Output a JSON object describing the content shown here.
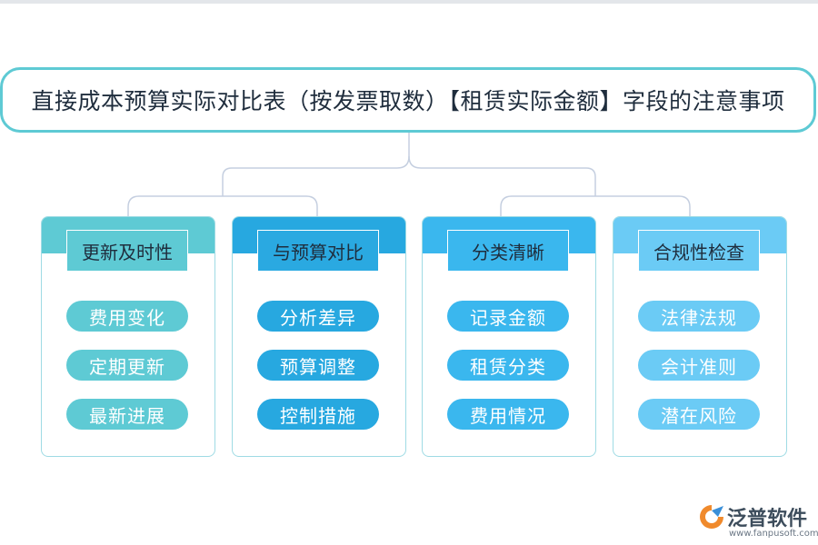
{
  "title": "直接成本预算实际对比表（按发票取数）【租赁实际金额】字段的注意事项",
  "colors": {
    "title_border": "#5ecad4",
    "connector": "#c5cfe0",
    "card_border": "#9fdbe4"
  },
  "categories": [
    {
      "label": "更新及时性",
      "accent": "#5ecad4",
      "label_bg": "#5ecad4",
      "pill_bg": "#5ecad4",
      "items": [
        "费用变化",
        "定期更新",
        "最新进展"
      ]
    },
    {
      "label": "与预算对比",
      "accent": "#27a8e0",
      "label_bg": "#2aa9e1",
      "pill_bg": "#27a8e0",
      "items": [
        "分析差异",
        "预算调整",
        "控制措施"
      ]
    },
    {
      "label": "分类清晰",
      "accent": "#3ab7ee",
      "label_bg": "#3ab7ee",
      "pill_bg": "#3ab7ee",
      "items": [
        "记录金额",
        "租赁分类",
        "费用情况"
      ]
    },
    {
      "label": "合规性检查",
      "accent": "#6bcbf5",
      "label_bg": "#6bcbf5",
      "pill_bg": "#6bcbf5",
      "items": [
        "法律法规",
        "会计准则",
        "潜在风险"
      ]
    }
  ],
  "logo": {
    "name": "泛普软件",
    "url": "www.fanpusoft.com"
  }
}
